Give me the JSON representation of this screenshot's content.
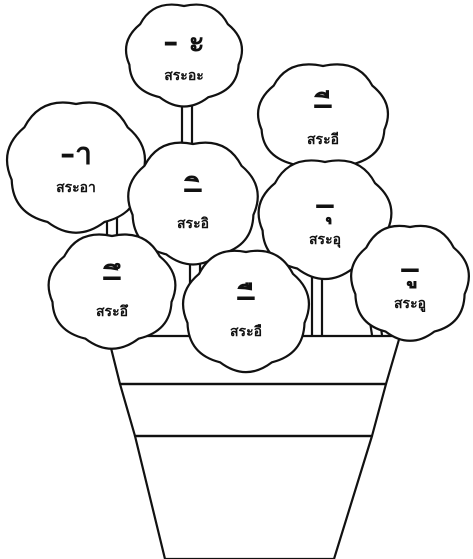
{
  "colors": {
    "ink": "#111111",
    "paper": "#ffffff"
  },
  "flowers": [
    {
      "id": "sara-a-short",
      "glyph": "– ะ",
      "name": "สระอะ"
    },
    {
      "id": "sara-ii",
      "glyph": "–ี",
      "name": "สระอี"
    },
    {
      "id": "sara-aa",
      "glyph": "–า",
      "name": "สระอา"
    },
    {
      "id": "sara-i",
      "glyph": "–ิ",
      "name": "สระอิ"
    },
    {
      "id": "sara-u",
      "glyph": "–ุ",
      "name": "สระอุ"
    },
    {
      "id": "sara-ue-short",
      "glyph": "–ึ",
      "name": "สระอึ"
    },
    {
      "id": "sara-ue-long",
      "glyph": "–ื",
      "name": "สระอื"
    },
    {
      "id": "sara-uu",
      "glyph": "–ู",
      "name": "สระอู"
    }
  ]
}
